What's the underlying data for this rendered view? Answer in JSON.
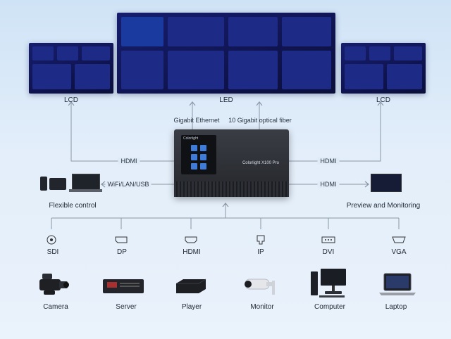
{
  "displays": {
    "lcd_left_label": "LCD",
    "led_label": "LED",
    "lcd_right_label": "LCD"
  },
  "hub": {
    "screen_brand": "Colorlight",
    "model": "Colorlight  X100 Pro"
  },
  "connections": {
    "gigabit_ethernet": "Gigabit Ethernet",
    "optical_fiber": "10 Gigabit optical fiber",
    "hdmi_left": "HDMI",
    "hdmi_right_top": "HDMI",
    "hdmi_right_bottom": "HDMI",
    "wifi": "WiFi/LAN/USB"
  },
  "side_nodes": {
    "flexible_control": "Flexible control",
    "preview": "Preview and Monitoring"
  },
  "sources": [
    {
      "port": "SDI",
      "device": "Camera",
      "icon": "camera-icon"
    },
    {
      "port": "DP",
      "device": "Server",
      "icon": "server-icon"
    },
    {
      "port": "HDMI",
      "device": "Player",
      "icon": "player-icon"
    },
    {
      "port": "IP",
      "device": "Monitor",
      "icon": "cctv-icon"
    },
    {
      "port": "DVI",
      "device": "Computer",
      "icon": "computer-icon"
    },
    {
      "port": "VGA",
      "device": "Laptop",
      "icon": "laptop-icon"
    }
  ],
  "colors": {
    "line": "#8a97a6",
    "screen": "#141b66",
    "hub": "#2a2c31"
  }
}
